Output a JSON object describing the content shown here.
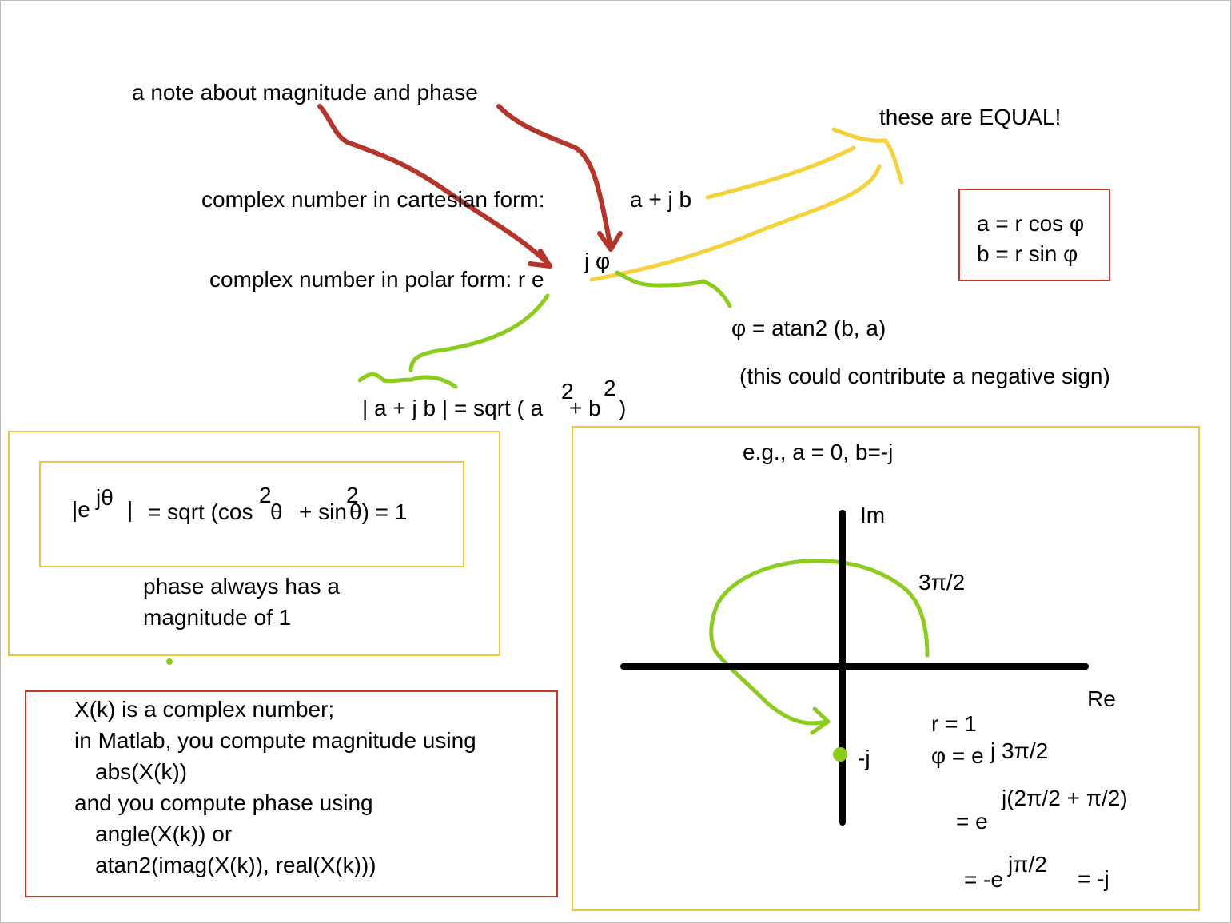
{
  "title": "a note about magnitude and phase",
  "cartesian": {
    "label": "complex number in cartesian form:",
    "expr": "a + j b"
  },
  "polar": {
    "label": "complex number in polar form: r e",
    "exponent": "j φ"
  },
  "equal_note": "these are EQUAL!",
  "identities": {
    "line1": "a = r cos φ",
    "line2": "b = r sin φ"
  },
  "phase_formula": "φ = atan2 (b, a)",
  "negative_note": "(this could contribute a negative sign)",
  "magnitude_formula": {
    "base": "| a + j b | = sqrt ( a",
    "sq1": "2",
    "mid": "+ b",
    "sq2": "2",
    "end": ")"
  },
  "unit_box": {
    "bar_left": "|e",
    "exp": "jθ",
    "bar_right": "|",
    "eq_start": "= sqrt (cos",
    "sq1": "2",
    "theta1": "θ",
    "plus_sin": "+ sin",
    "sq2": "2",
    "eq_end": "θ) = 1",
    "note_line1": "phase always has a",
    "note_line2": "magnitude of 1"
  },
  "matlab_note": [
    "X(k) is a complex number;",
    "in Matlab, you compute magnitude using",
    "abs(X(k))",
    "and you compute phase using",
    "angle(X(k)) or",
    "atan2(imag(X(k)), real(X(k)))"
  ],
  "example": {
    "heading": "e.g., a = 0, b=-j",
    "axis_im": "Im",
    "axis_re": "Re",
    "angle_label": "3π/2",
    "point_label": "-j",
    "r_line": "r = 1",
    "phi_prefix": "φ = e",
    "phi_exp": "j 3π/2",
    "eq2_prefix": "= e",
    "eq2_exp": "j(2π/2 + π/2)",
    "eq3_prefix": "= -e",
    "eq3_exp": "jπ/2",
    "eq3_result": "= -j"
  },
  "colors": {
    "red_ink": "#b5352b",
    "yellow_ink": "#f5d23a",
    "green_ink": "#8ccc1c",
    "yellow_box": "#f2c43a",
    "red_box": "#c0392b",
    "axis": "#000000"
  }
}
